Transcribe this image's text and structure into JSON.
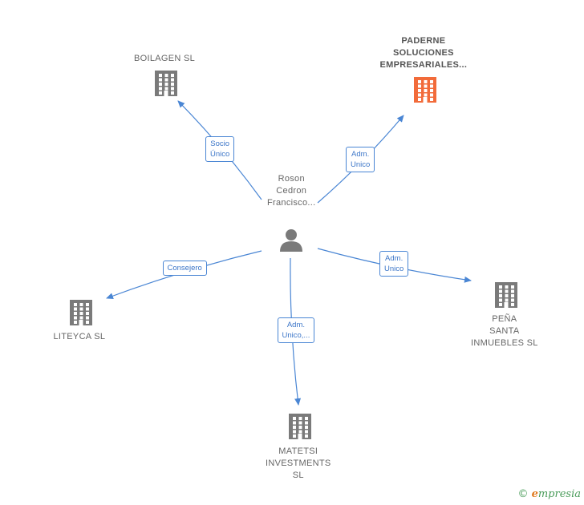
{
  "center": {
    "name": "Roson\nCedron\nFrancisco..."
  },
  "nodes": [
    {
      "id": "boilagen",
      "name": "BOILAGEN SL",
      "highlight": false
    },
    {
      "id": "paderne",
      "name": "PADERNE\nSOLUCIONES\nEMPRESARIALES...",
      "highlight": true
    },
    {
      "id": "liteyca",
      "name": "LITEYCA SL",
      "highlight": false
    },
    {
      "id": "pena",
      "name": "PEÑA\nSANTA\nINMUEBLES SL",
      "highlight": false
    },
    {
      "id": "matetsi",
      "name": "MATETSI\nINVESTMENTS\nSL",
      "highlight": false
    }
  ],
  "edges": [
    {
      "to": "boilagen",
      "label": "Socio\nÚnico"
    },
    {
      "to": "paderne",
      "label": "Adm.\nUnico"
    },
    {
      "to": "liteyca",
      "label": "Consejero"
    },
    {
      "to": "pena",
      "label": "Adm.\nUnico"
    },
    {
      "to": "matetsi",
      "label": "Adm.\nUnico,..."
    }
  ],
  "colors": {
    "edge": "#4a86d4",
    "building": "#7a7a7a",
    "building_highlight": "#f26b3a",
    "person": "#7a7a7a"
  },
  "brand": {
    "copyright": "©",
    "initial": "e",
    "rest": "mpresia"
  }
}
